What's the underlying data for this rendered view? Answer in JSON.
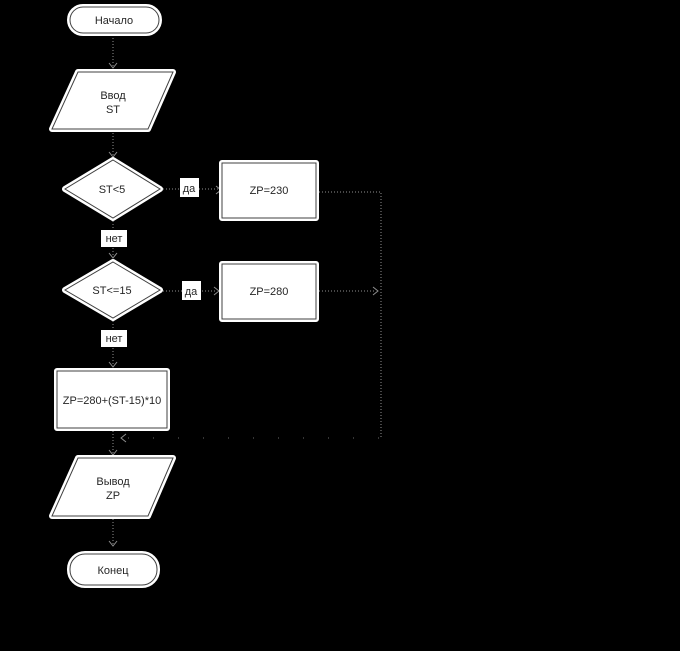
{
  "colors": {
    "background": "#000000",
    "shape_fill": "#ffffff",
    "shape_border": "#404040",
    "connector": "#8f8f8f",
    "text": "#262626"
  },
  "flowchart": {
    "nodes": {
      "start": {
        "type": "terminator",
        "label": "Начало"
      },
      "input": {
        "type": "io",
        "line1": "Ввод",
        "line2": "ST"
      },
      "decision1": {
        "type": "decision",
        "label": "ST<5"
      },
      "branch1": {
        "type": "process",
        "label": "ZP=230"
      },
      "decision2": {
        "type": "decision",
        "label": "ST<=15"
      },
      "branch2": {
        "type": "process",
        "label": "ZP=280"
      },
      "formula": {
        "type": "process",
        "label": "ZP=280+(ST-15)*10"
      },
      "output": {
        "type": "io",
        "line1": "Вывод",
        "line2": "ZP"
      },
      "end": {
        "type": "terminator",
        "label": "Конец"
      }
    },
    "edge_labels": {
      "yes": "да",
      "no": "нет"
    }
  }
}
